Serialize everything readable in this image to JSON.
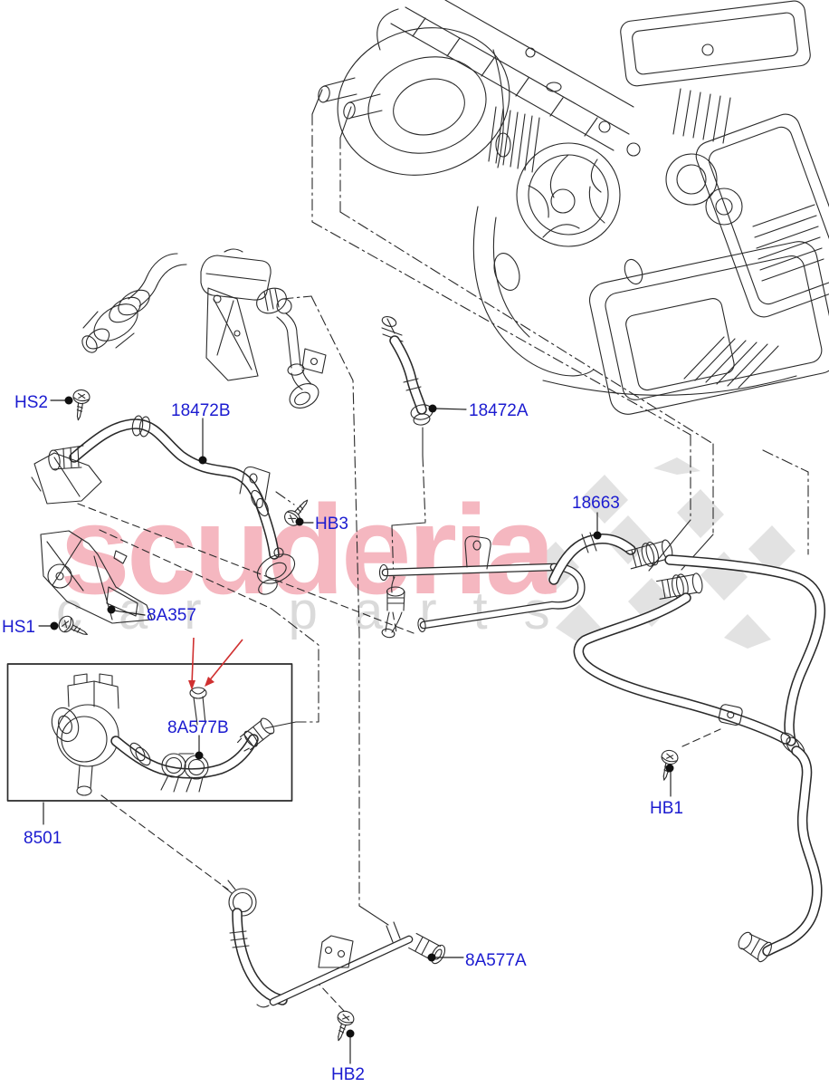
{
  "diagram": {
    "title_hidden": "",
    "watermark": {
      "title": "scuderia",
      "subtitle": "car parts"
    },
    "labels": {
      "hs2": "HS2",
      "p18472b": "18472B",
      "p18472a": "18472A",
      "hb3": "HB3",
      "p18663": "18663",
      "p8a357": "8A357",
      "hs1": "HS1",
      "p8a577b": "8A577B",
      "p8501": "8501",
      "hb1": "HB1",
      "p8a577a": "8A577A",
      "hb2": "HB2"
    },
    "colors": {
      "label_blue": "#1b1bd0",
      "line": "#2a2a2a",
      "arrow_red": "#d03030",
      "watermark_pink": "#f5b7c0",
      "watermark_gray": "#dadada",
      "flag_gray": "#e2e2e2"
    }
  }
}
